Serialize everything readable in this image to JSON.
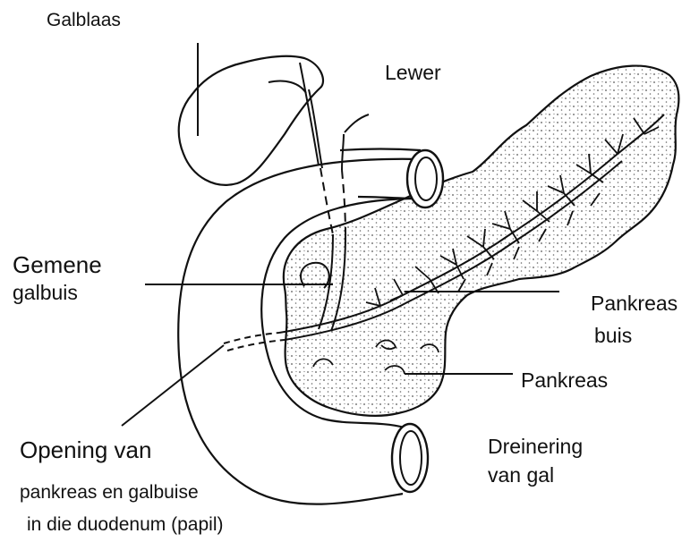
{
  "diagram": {
    "labels": {
      "gallbladder": "Galblaas",
      "liver": "Lewer",
      "common_bile_duct_line1": "Gemene",
      "common_bile_duct_line2": "galbuis",
      "pancreatic_duct_line1": "Pankreas",
      "pancreatic_duct_line2": "buis",
      "pancreas": "Pankreas",
      "opening_line1": "Opening van",
      "opening_line2": "pankreas en galbuise",
      "opening_line3": "in die duodenum (papil)",
      "drainage_line1": "Dreinering",
      "drainage_line2": "van gal"
    },
    "colors": {
      "ink": "#111111",
      "organ_fill": "#e6e6e6",
      "background": "#ffffff"
    }
  }
}
